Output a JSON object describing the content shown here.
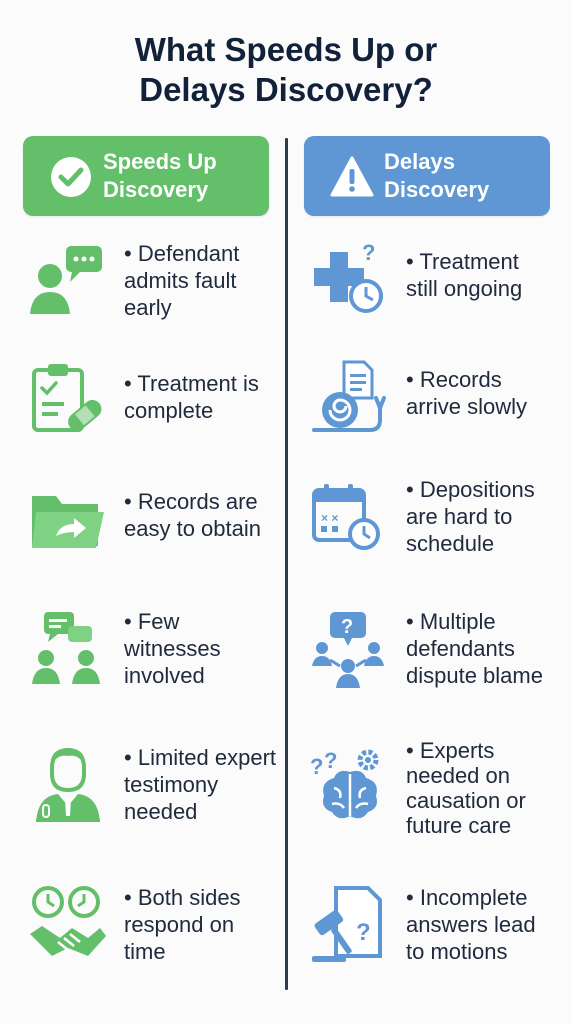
{
  "title": {
    "line1": "What Speeds Up or",
    "line2": "Delays Discovery?"
  },
  "colors": {
    "green": "#64bf6a",
    "blue": "#5e97d3",
    "text": "#1f2a3d",
    "divider": "#2f3c4f"
  },
  "speeds_up": {
    "heading": [
      "Speeds Up",
      "Discovery"
    ],
    "heading_icon": "check-circle-icon",
    "items": [
      {
        "icon": "person-speech-bubble-icon",
        "lines": [
          "Defendant",
          "admits fault",
          "early"
        ]
      },
      {
        "icon": "clipboard-bandage-icon",
        "lines": [
          "Treatment is",
          "complete"
        ]
      },
      {
        "icon": "folder-arrow-icon",
        "lines": [
          "Records are",
          "easy to obtain"
        ]
      },
      {
        "icon": "two-people-chat-icon",
        "lines": [
          "Few",
          "witnesses",
          "involved"
        ]
      },
      {
        "icon": "expert-person-icon",
        "lines": [
          "Limited expert",
          "testimony",
          "needed"
        ]
      },
      {
        "icon": "clocks-handshake-icon",
        "lines": [
          "Both sides",
          "respond on",
          "time"
        ]
      }
    ]
  },
  "delays": {
    "heading": [
      "Delays",
      "Discovery"
    ],
    "heading_icon": "warning-triangle-icon",
    "items": [
      {
        "icon": "medical-cross-clock-icon",
        "lines": [
          "Treatment",
          "still ongoing"
        ]
      },
      {
        "icon": "snail-document-icon",
        "lines": [
          "Records",
          "arrive slowly"
        ]
      },
      {
        "icon": "calendar-clock-icon",
        "lines": [
          "Depositions",
          "are hard to",
          "schedule"
        ]
      },
      {
        "icon": "group-question-icon",
        "lines": [
          "Multiple",
          "defendants",
          "dispute blame"
        ]
      },
      {
        "icon": "brain-gear-question-icon",
        "lines": [
          "Experts",
          "needed on",
          "causation or",
          "future care"
        ]
      },
      {
        "icon": "gavel-document-question-icon",
        "lines": [
          "Incomplete",
          "answers lead",
          "to motions"
        ]
      }
    ]
  }
}
